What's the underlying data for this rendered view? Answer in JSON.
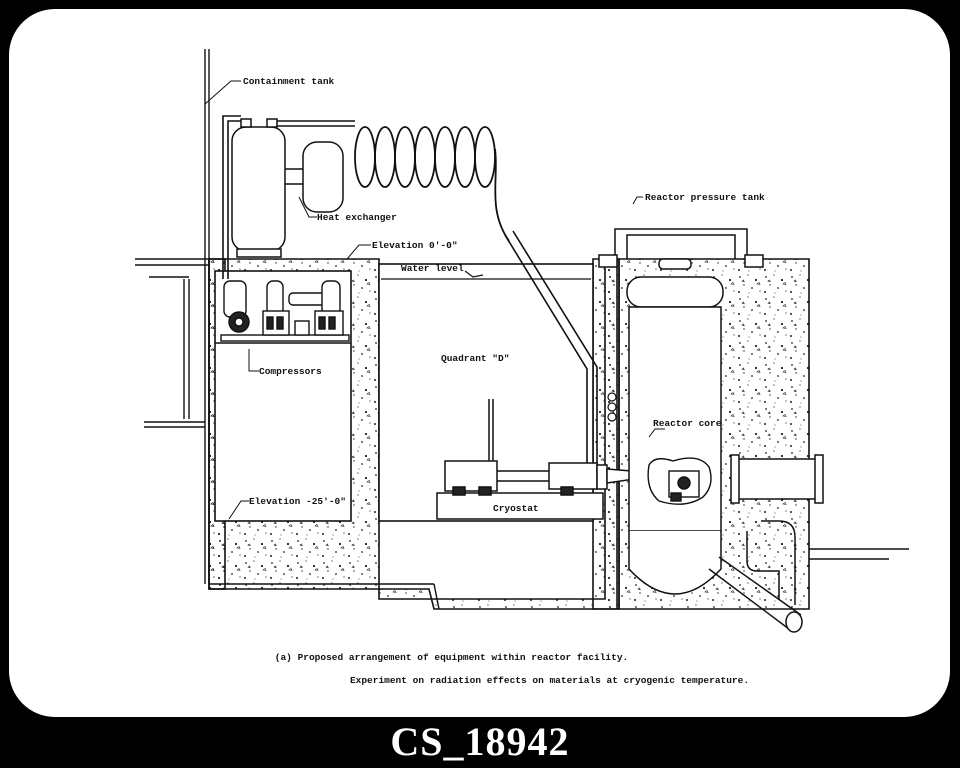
{
  "labels": {
    "containment_tank": "Containment tank",
    "heat_exchanger": "Heat exchanger",
    "elevation_top": "Elevation 0'-0\"",
    "water_level": "Water level",
    "reactor_pressure_tank": "Reactor pressure tank",
    "compressors": "Compressors",
    "quadrant_d": "Quadrant \"D\"",
    "reactor_core": "Reactor core",
    "elevation_bottom": "Elevation -25'-0\"",
    "cryostat": "Cryostat"
  },
  "caption": {
    "line1": "(a) Proposed arrangement of equipment within reactor facility.",
    "line2": "Experiment on radiation effects on materials at cryogenic temperature."
  },
  "identifier": "CS_18942"
}
